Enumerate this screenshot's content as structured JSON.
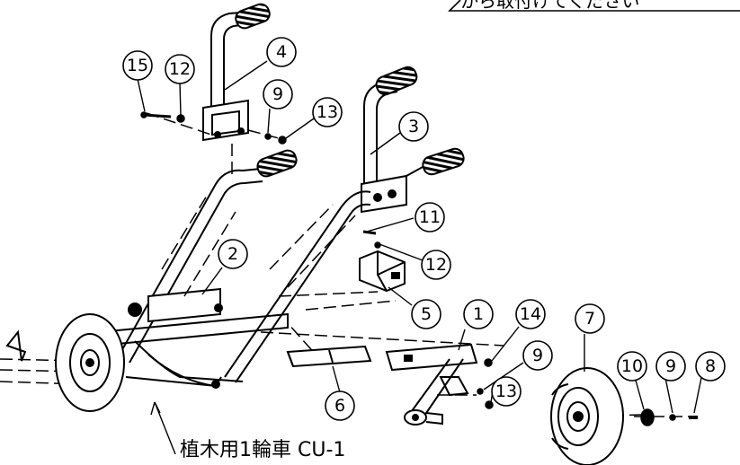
{
  "diagram": {
    "caption": "植木用1輪車 CU-1",
    "top_note": "から取付けてください",
    "callouts": [
      "15",
      "12",
      "4",
      "9",
      "13",
      "3",
      "11",
      "12",
      "2",
      "5",
      "1",
      "14",
      "7",
      "9",
      "13",
      "6",
      "10",
      "9",
      "8"
    ]
  },
  "colors": {
    "line": "#000000",
    "background": "#ffffff"
  }
}
